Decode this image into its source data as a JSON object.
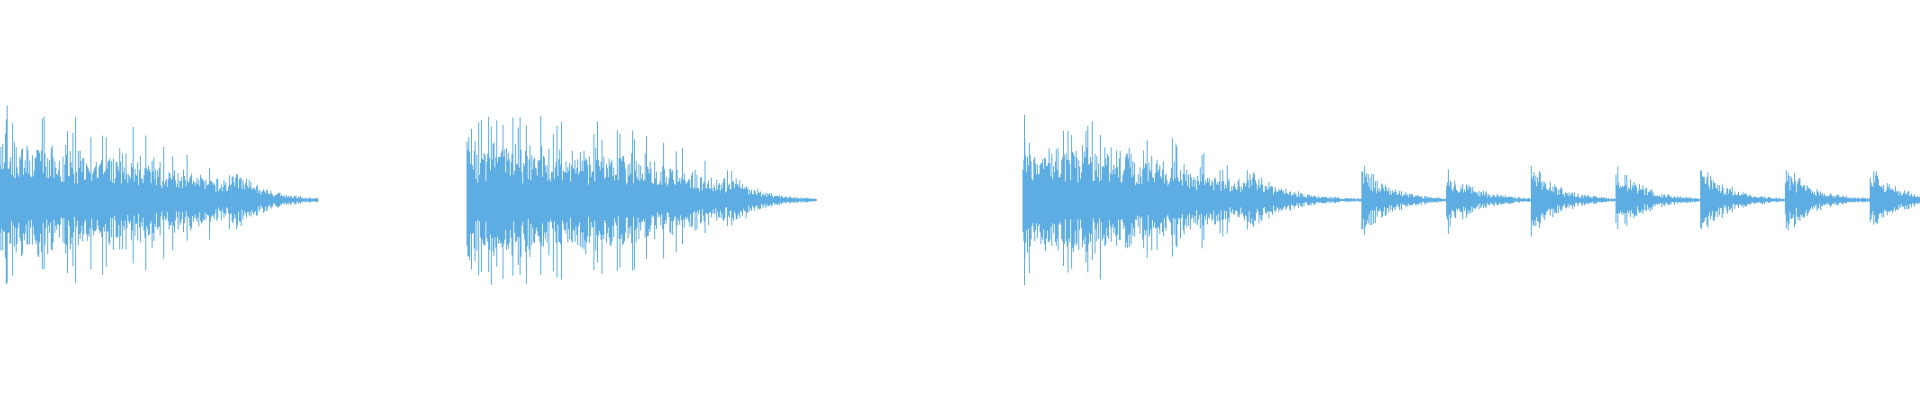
{
  "waveform": {
    "color": "#5dade2",
    "background": "#ffffff",
    "channels": 1,
    "clips": [
      {
        "segments": [
          {
            "start": 0.0,
            "duration": 0.18,
            "peak": 0.62,
            "attack_peak": 0.9,
            "decay": 0.2,
            "kind": "busy"
          },
          {
            "start": 0.18,
            "duration": 0.09,
            "peak": 0.42,
            "attack_peak": 0.42,
            "decay": 0.5,
            "kind": "busy"
          },
          {
            "start": 0.27,
            "duration": 0.1,
            "peak": 0.32,
            "attack_peak": 0.38,
            "decay": 0.85,
            "kind": "tail"
          }
        ]
      },
      {
        "segments": [
          {
            "start": 0.0,
            "duration": 0.2,
            "peak": 0.6,
            "attack_peak": 0.9,
            "decay": 0.15,
            "kind": "busy"
          },
          {
            "start": 0.2,
            "duration": 0.095,
            "peak": 0.46,
            "attack_peak": 0.5,
            "decay": 0.55,
            "kind": "busy"
          },
          {
            "start": 0.295,
            "duration": 0.095,
            "peak": 0.25,
            "attack_peak": 0.3,
            "decay": 0.85,
            "kind": "tail"
          }
        ]
      },
      {
        "segments": [
          {
            "start": 0.0,
            "duration": 0.14,
            "peak": 0.58,
            "attack_peak": 1.0,
            "decay": 0.15,
            "kind": "busy"
          },
          {
            "start": 0.14,
            "duration": 0.085,
            "peak": 0.45,
            "attack_peak": 0.45,
            "decay": 0.6,
            "kind": "busy"
          },
          {
            "start": 0.225,
            "duration": 0.115,
            "peak": 0.32,
            "attack_peak": 0.34,
            "decay": 0.9,
            "kind": "tail"
          },
          {
            "start": 0.34,
            "duration": 0.085,
            "peak": 0.38,
            "attack_peak": 0.4,
            "decay": 0.85,
            "kind": "tail"
          },
          {
            "start": 0.425,
            "duration": 0.085,
            "peak": 0.34,
            "attack_peak": 0.36,
            "decay": 0.85,
            "kind": "tail"
          },
          {
            "start": 0.51,
            "duration": 0.085,
            "peak": 0.36,
            "attack_peak": 0.38,
            "decay": 0.85,
            "kind": "tail"
          },
          {
            "start": 0.595,
            "duration": 0.085,
            "peak": 0.36,
            "attack_peak": 0.38,
            "decay": 0.85,
            "kind": "tail"
          },
          {
            "start": 0.68,
            "duration": 0.085,
            "peak": 0.36,
            "attack_peak": 0.38,
            "decay": 0.85,
            "kind": "tail"
          },
          {
            "start": 0.765,
            "duration": 0.085,
            "peak": 0.36,
            "attack_peak": 0.38,
            "decay": 0.85,
            "kind": "tail"
          },
          {
            "start": 0.85,
            "duration": 0.05,
            "peak": 0.34,
            "attack_peak": 0.36,
            "decay": 0.5,
            "kind": "tail"
          }
        ]
      }
    ]
  }
}
